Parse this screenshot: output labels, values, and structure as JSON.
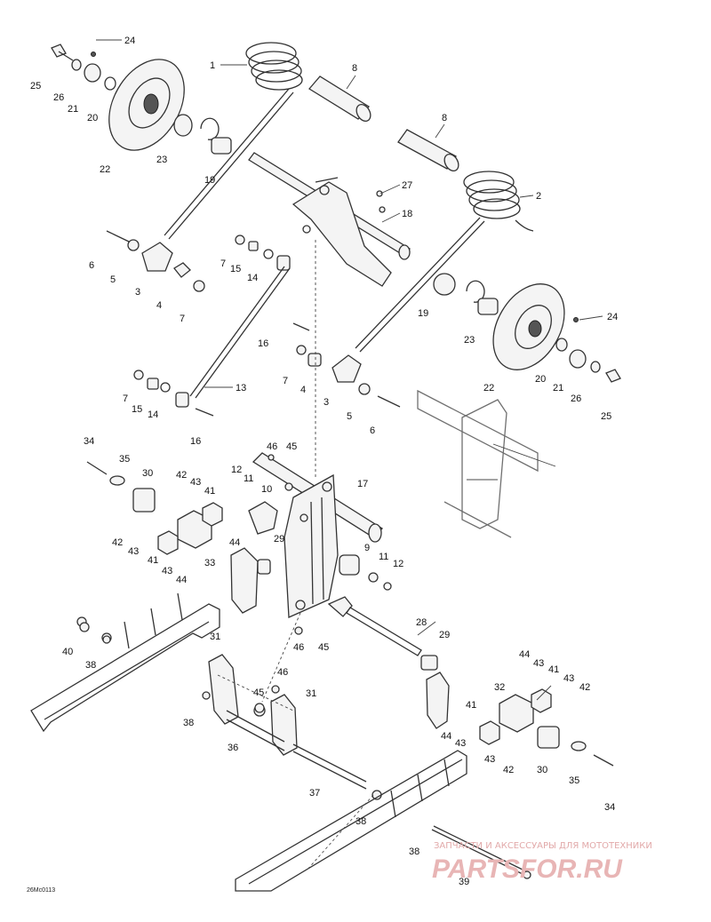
{
  "figure_code": "26Mc0113",
  "watermark": {
    "tagline": "ЗАПЧАСТИ И АКСЕССУАРЫ ДЛЯ МОТОТЕХНИКИ",
    "logo": "PARTSFOR.RU"
  },
  "callouts": [
    {
      "id": "c24a",
      "label": "24"
    },
    {
      "id": "c1",
      "label": "1"
    },
    {
      "id": "c8a",
      "label": "8"
    },
    {
      "id": "c25a",
      "label": "25"
    },
    {
      "id": "c26a",
      "label": "26"
    },
    {
      "id": "c21a",
      "label": "21"
    },
    {
      "id": "c20a",
      "label": "20"
    },
    {
      "id": "c22a",
      "label": "22"
    },
    {
      "id": "c23a",
      "label": "23"
    },
    {
      "id": "c19a",
      "label": "19"
    },
    {
      "id": "c8b",
      "label": "8"
    },
    {
      "id": "c27",
      "label": "27"
    },
    {
      "id": "c2",
      "label": "2"
    },
    {
      "id": "c18",
      "label": "18"
    },
    {
      "id": "c6a",
      "label": "6"
    },
    {
      "id": "c5a",
      "label": "5"
    },
    {
      "id": "c3a",
      "label": "3"
    },
    {
      "id": "c4a",
      "label": "4"
    },
    {
      "id": "c7a",
      "label": "7"
    },
    {
      "id": "c7b",
      "label": "7"
    },
    {
      "id": "c15a",
      "label": "15"
    },
    {
      "id": "c14a",
      "label": "14"
    },
    {
      "id": "c19b",
      "label": "19"
    },
    {
      "id": "c24b",
      "label": "24"
    },
    {
      "id": "c23b",
      "label": "23"
    },
    {
      "id": "c16a",
      "label": "16"
    },
    {
      "id": "c7c",
      "label": "7"
    },
    {
      "id": "c4b",
      "label": "4"
    },
    {
      "id": "c3b",
      "label": "3"
    },
    {
      "id": "c22b",
      "label": "22"
    },
    {
      "id": "c20b",
      "label": "20"
    },
    {
      "id": "c21b",
      "label": "21"
    },
    {
      "id": "c26b",
      "label": "26"
    },
    {
      "id": "c25b",
      "label": "25"
    },
    {
      "id": "c13",
      "label": "13"
    },
    {
      "id": "c7d",
      "label": "7"
    },
    {
      "id": "c15b",
      "label": "15"
    },
    {
      "id": "c14b",
      "label": "14"
    },
    {
      "id": "c5b",
      "label": "5"
    },
    {
      "id": "c6b",
      "label": "6"
    },
    {
      "id": "c16b",
      "label": "16"
    },
    {
      "id": "c34a",
      "label": "34"
    },
    {
      "id": "c35a",
      "label": "35"
    },
    {
      "id": "c30a",
      "label": "30"
    },
    {
      "id": "c46a",
      "label": "46"
    },
    {
      "id": "c45a",
      "label": "45"
    },
    {
      "id": "c42a",
      "label": "42"
    },
    {
      "id": "c43a",
      "label": "43"
    },
    {
      "id": "c41a",
      "label": "41"
    },
    {
      "id": "c12a",
      "label": "12"
    },
    {
      "id": "c11a",
      "label": "11"
    },
    {
      "id": "c10",
      "label": "10"
    },
    {
      "id": "c17",
      "label": "17"
    },
    {
      "id": "c42b",
      "label": "42"
    },
    {
      "id": "c43b",
      "label": "43"
    },
    {
      "id": "c41b",
      "label": "41"
    },
    {
      "id": "c33",
      "label": "33"
    },
    {
      "id": "c43c",
      "label": "43"
    },
    {
      "id": "c44a",
      "label": "44"
    },
    {
      "id": "c44b",
      "label": "44"
    },
    {
      "id": "c29a",
      "label": "29"
    },
    {
      "id": "c9",
      "label": "9"
    },
    {
      "id": "c11b",
      "label": "11"
    },
    {
      "id": "c12b",
      "label": "12"
    },
    {
      "id": "c46b",
      "label": "46"
    },
    {
      "id": "c45b",
      "label": "45"
    },
    {
      "id": "c28",
      "label": "28"
    },
    {
      "id": "c40",
      "label": "40"
    },
    {
      "id": "c38a",
      "label": "38"
    },
    {
      "id": "c31a",
      "label": "31"
    },
    {
      "id": "c29b",
      "label": "29"
    },
    {
      "id": "c44c",
      "label": "44"
    },
    {
      "id": "c43d",
      "label": "43"
    },
    {
      "id": "c41c",
      "label": "41"
    },
    {
      "id": "c32",
      "label": "32"
    },
    {
      "id": "c43e",
      "label": "43"
    },
    {
      "id": "c42c",
      "label": "42"
    },
    {
      "id": "c46c",
      "label": "46"
    },
    {
      "id": "c45c",
      "label": "45"
    },
    {
      "id": "c31b",
      "label": "31"
    },
    {
      "id": "c38b",
      "label": "38"
    },
    {
      "id": "c36",
      "label": "36"
    },
    {
      "id": "c41d",
      "label": "41"
    },
    {
      "id": "c44d",
      "label": "44"
    },
    {
      "id": "c43f",
      "label": "43"
    },
    {
      "id": "c43g",
      "label": "43"
    },
    {
      "id": "c42d",
      "label": "42"
    },
    {
      "id": "c30b",
      "label": "30"
    },
    {
      "id": "c35b",
      "label": "35"
    },
    {
      "id": "c34b",
      "label": "34"
    },
    {
      "id": "c37",
      "label": "37"
    },
    {
      "id": "c38c",
      "label": "38"
    },
    {
      "id": "c38d",
      "label": "38"
    },
    {
      "id": "c39",
      "label": "39"
    }
  ]
}
